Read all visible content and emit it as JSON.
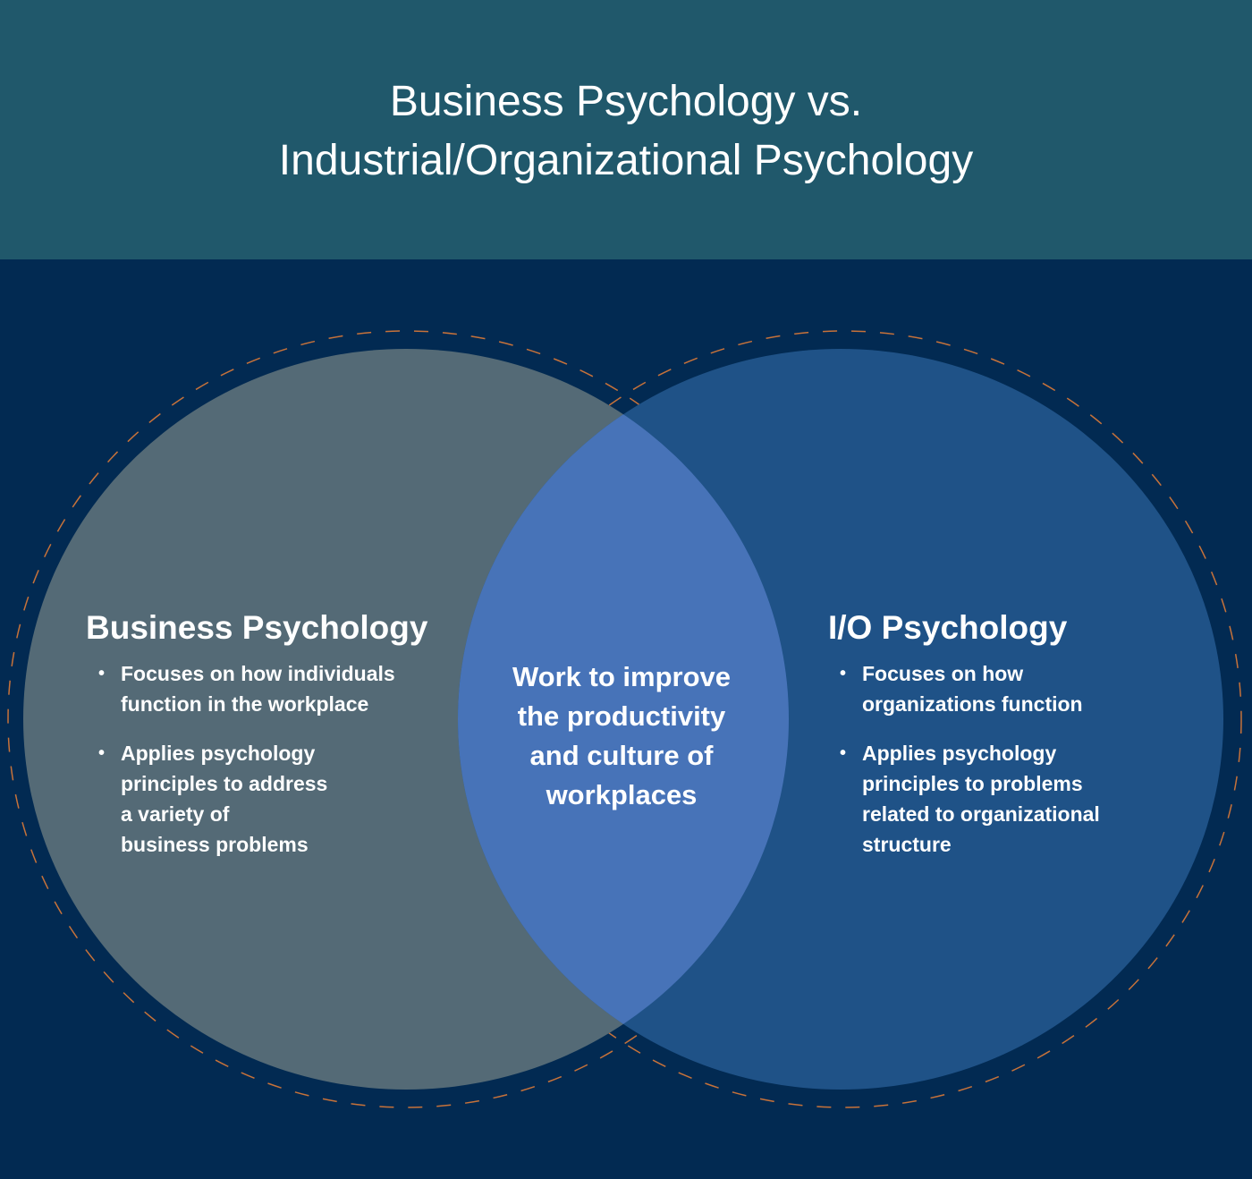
{
  "header": {
    "title_line1": "Business Psychology vs.",
    "title_line2": "Industrial/Organizational Psychology"
  },
  "left_circle": {
    "title": "Business Psychology",
    "bullets": [
      [
        "Focuses on how individuals",
        "function in the workplace"
      ],
      [
        "Applies psychology",
        "principles to address",
        "a variety of",
        "business problems"
      ]
    ]
  },
  "right_circle": {
    "title": "I/O Psychology",
    "bullets": [
      [
        "Focuses on how",
        "organizations function"
      ],
      [
        "Applies psychology",
        "principles to problems",
        "related to organizational",
        "structure"
      ]
    ]
  },
  "overlap": {
    "lines": [
      "Work to improve",
      "the productivity",
      "and culture of",
      "workplaces"
    ]
  },
  "bullet_glyph": "•",
  "colors": {
    "header_bg": "#20586b",
    "body_bg": "#022a52",
    "left_circle": "#546a76",
    "right_circle": "#1f5287",
    "overlap": "#4773b8",
    "dashed_outline": "#c7723a",
    "text": "#ffffff"
  }
}
